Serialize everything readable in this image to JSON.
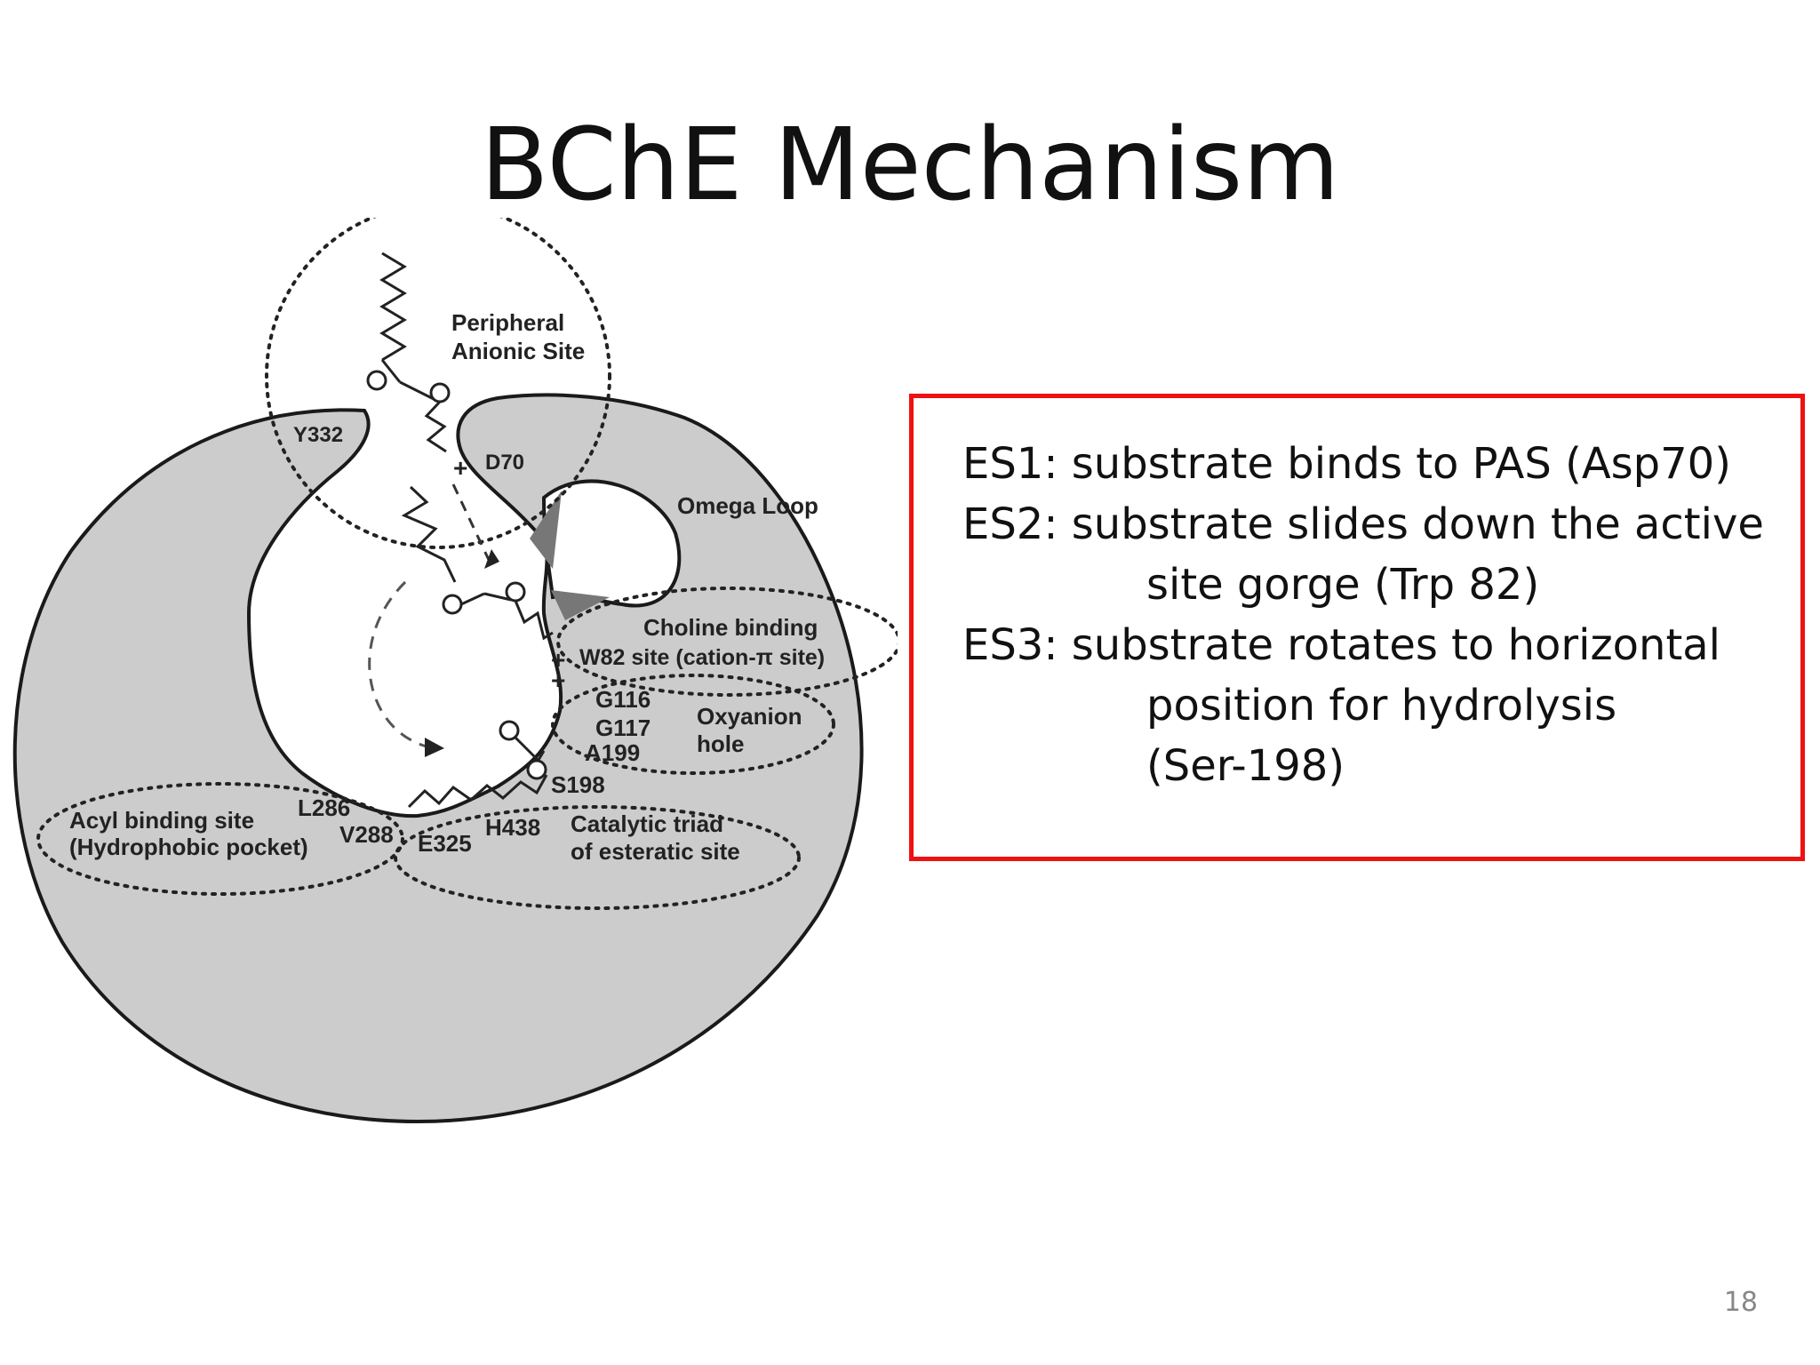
{
  "slide": {
    "title": "BChE Mechanism",
    "page_number": "18"
  },
  "diagram": {
    "labels": {
      "peripheral": "Peripheral",
      "anionic_site": "Anionic Site",
      "y332": "Y332",
      "d70": "D70",
      "omega_loop": "Omega Loop",
      "choline_binding": "Choline binding",
      "w82_site": "W82 site (cation-π site)",
      "g116": "G116",
      "g117": "G117",
      "a199": "A199",
      "s198": "S198",
      "oxyanion": "Oxyanion",
      "hole": "hole",
      "acyl_binding_site": "Acyl binding site",
      "hydrophobic_pocket": "(Hydrophobic pocket)",
      "l286": "L286",
      "v288": "V288",
      "e325": "E325",
      "h438": "H438",
      "catalytic_triad": "Catalytic triad",
      "of_esteratic_site": "of esteratic site",
      "plus": "+"
    }
  },
  "info_box": {
    "es1": "ES1: substrate binds to PAS (Asp70)",
    "es2_a": "ES2: substrate slides down the active",
    "es2_b": "site gorge (Trp 82)",
    "es3_a": "ES3: substrate rotates to horizontal",
    "es3_b": "position for hydrolysis",
    "es3_c": "(Ser-198)"
  },
  "colors": {
    "enzyme_fill": "#cccccc",
    "accent_dark": "#777777",
    "box_border": "#ee1111"
  }
}
